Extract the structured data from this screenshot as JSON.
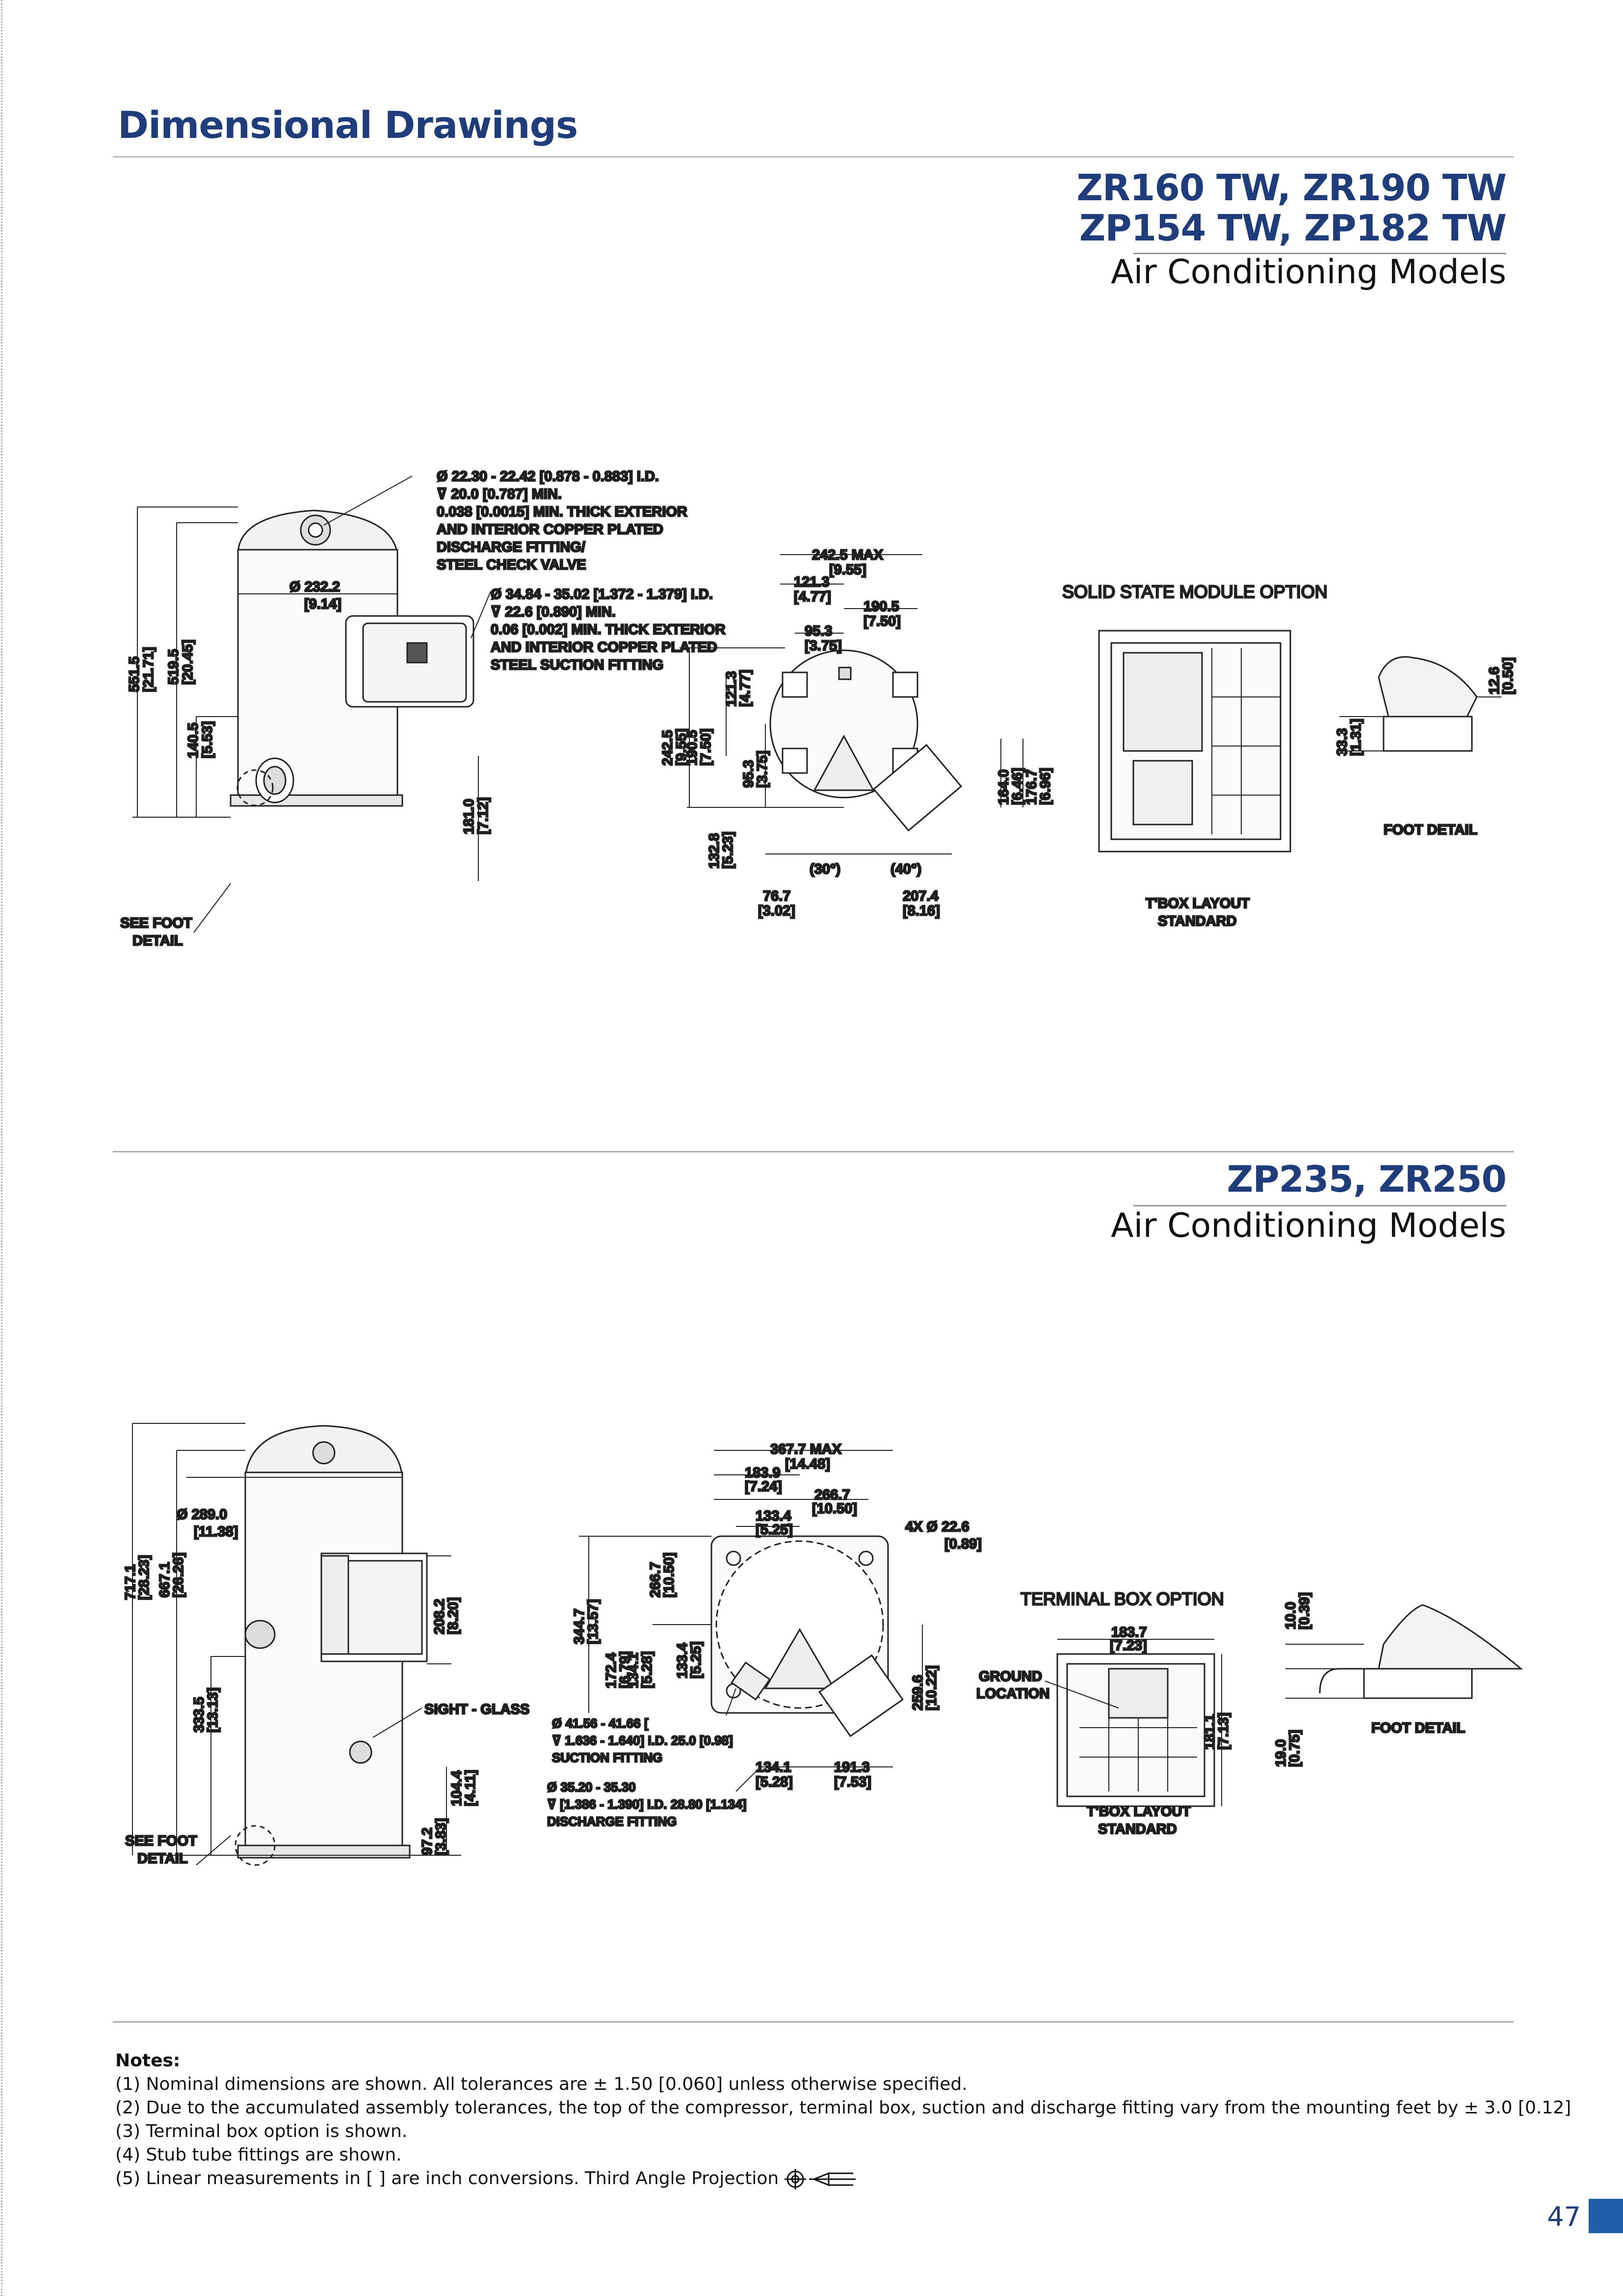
{
  "page": {
    "title": "Dimensional Drawings",
    "number": "47"
  },
  "section1": {
    "models_line1": "ZR160 TW, ZR190 TW",
    "models_line2": "ZP154 TW, ZP182 TW",
    "subtitle": "Air Conditioning Models",
    "discharge_note": [
      "Ø 22.30 - 22.42 [0.878 - 0.883] I.D.",
      "⊽ 20.0 [0.787] MIN.",
      "0.038 [0.0015] MIN. THICK EXTERIOR",
      "AND INTERIOR COPPER PLATED",
      "DISCHARGE FITTING/",
      "STEEL CHECK VALVE"
    ],
    "suction_note": [
      "Ø 34.84 - 35.02 [1.372 - 1.379] I.D.",
      "⊽ 22.6 [0.890] MIN.",
      "0.06 [0.002] MIN. THICK EXTERIOR",
      "AND INTERIOR COPPER PLATED",
      "STEEL SUCTION FITTING"
    ],
    "dia": [
      "Ø 232.2",
      "[9.14]"
    ],
    "h1": [
      "551.5",
      "[21.71]"
    ],
    "h2": [
      "519.5",
      "[20.45]"
    ],
    "h3": [
      "140.5",
      "[5.53]"
    ],
    "h4": [
      "181.0",
      "[7.12]"
    ],
    "see_foot": [
      "SEE FOOT",
      "DETAIL"
    ],
    "top": {
      "max": [
        "242.5 MAX",
        "[9.55]"
      ],
      "a": [
        "121.3",
        "[4.77]"
      ],
      "b": [
        "190.5",
        "[7.50]"
      ],
      "c": [
        "95.3",
        "[3.75]"
      ],
      "l1": [
        "242.5",
        "[9.55]"
      ],
      "l2": [
        "190.5",
        "[7.50]"
      ],
      "l3": [
        "121.3",
        "[4.77]"
      ],
      "l4": [
        "95.3",
        "[3.75]"
      ],
      "l5": [
        "132.8",
        "[5.23]"
      ],
      "r1": [
        "164.0",
        "[6.46]"
      ],
      "r2": [
        "176.7",
        "[6.96]"
      ],
      "ang1": "(30°)",
      "ang2": "(40°)",
      "b1": [
        "76.7",
        "[3.02]"
      ],
      "b2": [
        "207.4",
        "[8.16]"
      ]
    },
    "module_option": "SOLID STATE MODULE OPTION",
    "tbox": [
      "T'BOX LAYOUT",
      "STANDARD"
    ],
    "foot": {
      "a": [
        "33.3",
        "[1.31]"
      ],
      "b": [
        "12.6",
        "[0.50]"
      ],
      "label": "FOOT DETAIL"
    }
  },
  "section2": {
    "models_line1": "ZP235, ZR250",
    "subtitle": "Air Conditioning Models",
    "dia": [
      "Ø 289.0",
      "[11.38]"
    ],
    "h1": [
      "717.1",
      "[28.23]"
    ],
    "h2": [
      "667.1",
      "[26.26]"
    ],
    "h3": [
      "333.5",
      "[13.13]"
    ],
    "h4": [
      "208.2",
      "[8.20]"
    ],
    "h5": [
      "104.4",
      "[4.11]"
    ],
    "h6": [
      "97.2",
      "[3.83]"
    ],
    "sight_glass": "SIGHT - GLASS",
    "see_foot": [
      "SEE FOOT",
      "DETAIL"
    ],
    "top": {
      "max": [
        "367.7 MAX",
        "[14.48]"
      ],
      "a": [
        "183.9",
        "[7.24]"
      ],
      "b": [
        "266.7",
        "[10.50]"
      ],
      "c": [
        "133.4",
        "[5.25]"
      ],
      "holes": [
        "4X Ø 22.6",
        "[0.89]"
      ],
      "l1": [
        "344.7",
        "[13.57]"
      ],
      "l2": [
        "266.7",
        "[10.50]"
      ],
      "l3": [
        "172.4",
        "[6.79]"
      ],
      "l4": [
        "134.1",
        "[5.28]"
      ],
      "l5": [
        "133.4",
        "[5.25]"
      ],
      "r1": [
        "259.6",
        "[10.22]"
      ],
      "b1": [
        "134.1",
        "[5.28]"
      ],
      "b2": [
        "191.3",
        "[7.53]"
      ]
    },
    "suction_note": [
      "Ø 41.56 - 41.66 [",
      "⊽ 1.636 - 1.640] I.D. 25.0 [0.98]",
      "SUCTION FITTING"
    ],
    "discharge_note": [
      "Ø 35.20 - 35.30",
      "⊽ [1.386 - 1.390] I.D. 28.80 [1.134]",
      "DISCHARGE FITTING"
    ],
    "terminal_option": "TERMINAL BOX OPTION",
    "tb_w": [
      "183.7",
      "[7.23]"
    ],
    "tb_h": [
      "181.1",
      "[7.13]"
    ],
    "ground": [
      "GROUND",
      "LOCATION"
    ],
    "tbox": [
      "T'BOX LAYOUT",
      "STANDARD"
    ],
    "foot": {
      "a": [
        "10.0",
        "[0.39]"
      ],
      "b": [
        "19.0",
        "[0.75]"
      ],
      "label": "FOOT DETAIL"
    }
  },
  "notes": {
    "title": "Notes:",
    "items": [
      "(1) Nominal dimensions are shown. All tolerances are ± 1.50 [0.060] unless otherwise specified.",
      "(2) Due to the accumulated assembly tolerances, the top of the compressor, terminal box, suction and discharge fitting vary from the mounting feet by ± 3.0 [0.12]",
      "(3) Terminal box option is shown.",
      "(4) Stub tube fittings are shown.",
      "(5) Linear measurements in [   ] are inch conversions. Third Angle Projection"
    ]
  },
  "colors": {
    "brand": "#1f3d7a",
    "accent": "#1f5fa8"
  }
}
